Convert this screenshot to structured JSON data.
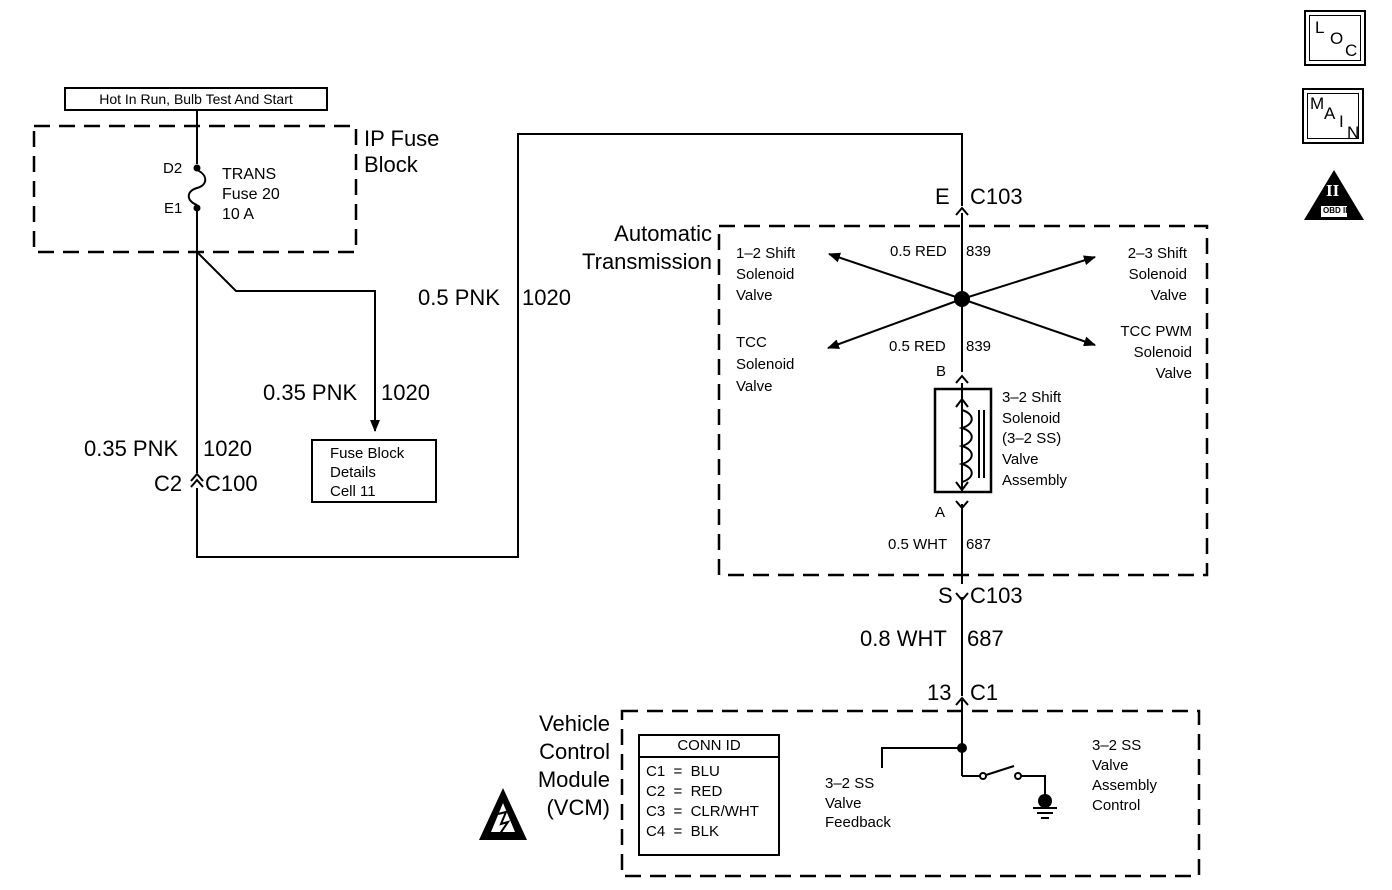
{
  "nav": {
    "loc": [
      "L",
      "O",
      "C"
    ],
    "main": [
      "M",
      "A",
      "I",
      "N"
    ],
    "obd": {
      "roman": "II",
      "label": "OBD II"
    }
  },
  "power": {
    "hot_label": "Hot In Run, Bulb Test And Start"
  },
  "ip_fuse_block": {
    "title": "IP Fuse\nBlock",
    "pin_in": "D2",
    "pin_out": "E1",
    "fuse_label": "TRANS\nFuse 20\n10 A"
  },
  "wires": {
    "w1_gauge": "0.5 PNK",
    "w1_circuit": "1020",
    "w2_gauge": "0.35 PNK",
    "w2_circuit": "1020",
    "w3_gauge": "0.35 PNK",
    "w3_circuit": "1020",
    "w4_gauge": "0.5 RED",
    "w4_circuit": "839",
    "w5_gauge": "0.5 RED",
    "w5_circuit": "839",
    "w6_gauge": "0.5 WHT",
    "w6_circuit": "687",
    "w7_gauge": "0.8 WHT",
    "w7_circuit": "687"
  },
  "connectors": {
    "c100_pin": "C2",
    "c100_name": "C100",
    "c103e_pin": "E",
    "c103e_name": "C103",
    "c103s_pin": "S",
    "c103s_name": "C103",
    "c1_pin": "13",
    "c1_name": "C1",
    "b_pin": "B",
    "a_pin": "A"
  },
  "fuse_block_details": "Fuse Block\nDetails\nCell 11",
  "transmission": {
    "title": "Automatic\nTransmission",
    "sol_12": "1–2 Shift\nSolenoid\nValve",
    "sol_23": "2–3 Shift\nSolenoid\nValve",
    "sol_tcc": "TCC\nSolenoid\nValve",
    "sol_tcc_pwm": "TCC PWM\nSolenoid\nValve",
    "sol_32": "3–2 Shift\nSolenoid\n(3–2 SS)\nValve\nAssembly"
  },
  "vcm": {
    "title": "Vehicle\nControl\nModule\n(VCM)",
    "conn_id_title": "CONN ID",
    "conn_ids": [
      "C1  =  BLU",
      "C2  =  RED",
      "C3  =  CLR/WHT",
      "C4  =  BLK"
    ],
    "feedback_label": "3–2 SS\nValve\nFeedback",
    "control_label": "3–2 SS\nValve\nAssembly\nControl"
  }
}
